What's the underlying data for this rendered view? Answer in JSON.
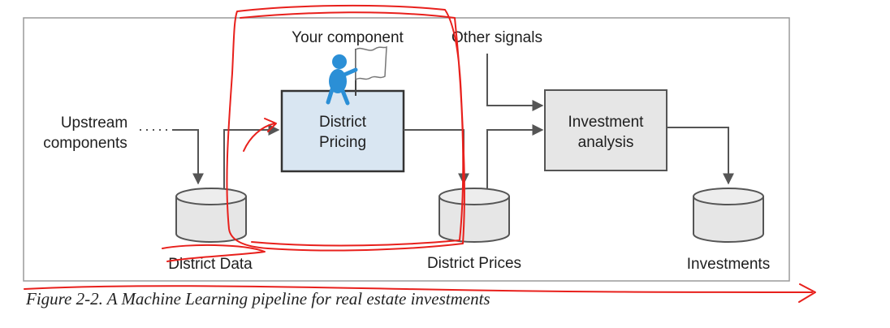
{
  "diagram": {
    "your_component_label": "Your component",
    "other_signals_label": "Other signals",
    "upstream_label_line1": "Upstream",
    "upstream_label_line2": "components",
    "district_pricing_line1": "District",
    "district_pricing_line2": "Pricing",
    "investment_analysis_line1": "Investment",
    "investment_analysis_line2": "analysis",
    "district_data_label": "District Data",
    "district_prices_label": "District Prices",
    "investments_label": "Investments"
  },
  "caption": "Figure 2-2. A Machine Learning pipeline for real estate investments",
  "colors": {
    "component_fill": "#d9e6f2",
    "analysis_fill": "#e6e6e6",
    "annotation_red": "#e8201c",
    "arrow_gray": "#555555"
  }
}
